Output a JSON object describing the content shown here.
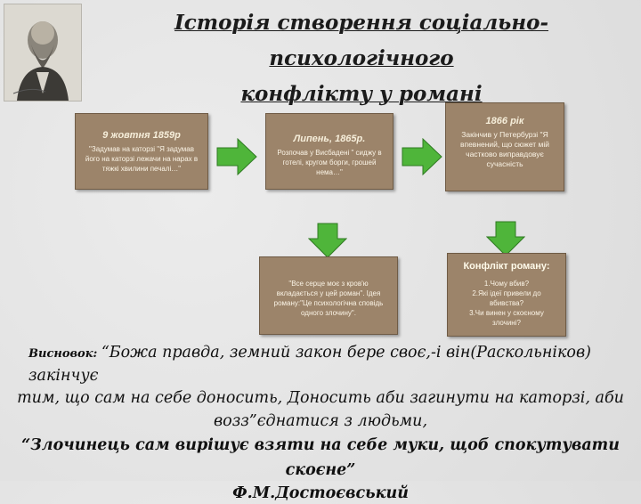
{
  "title": {
    "line1": "Історія створення соціально-психологічного",
    "line2": "конфлікту у романі"
  },
  "boxes": {
    "b1": {
      "head": "9 жовтня 1859р",
      "body": "\"Задумав на каторзі \"Я задумав його на каторзі лежачи на нарах в тяжкі хвилини печалі…\""
    },
    "b2": {
      "head": "Липень, 1865р.",
      "body": "Розпочав у Висбадені \" сиджу в готелі, кругом борги, грошей нема…\""
    },
    "b3": {
      "head": "1866 рік",
      "body": "Закінчив у Петербурзі \"Я впевнений, що сюжет мій частково виправдовує сучасність"
    },
    "b4": {
      "head": "",
      "body": "\"Все серце моє з кров'ю вкладається у цей роман\". Ідея роману:\"Це психологічна сповідь одного злочину\"."
    },
    "b5": {
      "head": "Конфлікт роману:",
      "items": [
        "1.Чому вбив?",
        "2.Які ідеї привели до вбивства?",
        "3.Чи винен у скоєному злочині?"
      ]
    }
  },
  "conclusion": {
    "label": "Висновок: ",
    "line1": "“Божа правда, земний закон бере своє,-і він(Раскольніков) закінчує",
    "line2": "тим, що сам на себе доносить, Доносить аби загинути на каторзі, аби",
    "line3": "возз”єднатися з людьми,",
    "quote": "“Злочинець сам вирішує взяти на себе муки, щоб спокутувати скоєне”",
    "author": "Ф.М.Достоєвський"
  },
  "colors": {
    "box": "#9c846a",
    "arrow": "#4fb53a",
    "text": "#fbf4e6"
  },
  "portrait": {
    "icon": "portrait-image"
  }
}
